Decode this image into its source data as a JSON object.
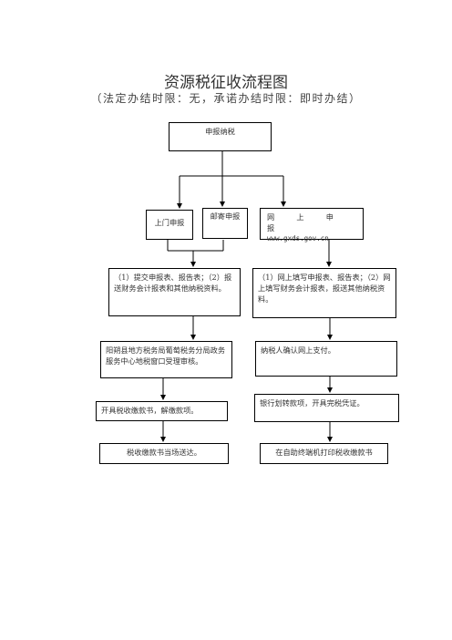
{
  "title": "资源税征收流程图",
  "subtitle": "（法定办结时限：无，承诺办结时限：即时办结）",
  "nodes": {
    "declare": "申报纳税",
    "onsite": "上门申报",
    "mail": "邮寄申报",
    "online_label": "网　上　申　报",
    "online_url": "www.gxds.gov.cn",
    "left_submit": "（1）提交申报表、报告表；（2）报送财务会计报表和其他纳税资料。",
    "right_submit": "（1）网上填写申报表、报告表；（2）网上填写财务会计报表，报送其他纳税资料。",
    "left_review": "阳朔县地方税务局葡萄税务分局政务服务中心地税窗口受理审核。",
    "right_confirm": "纳税人确认网上支付。",
    "left_issue": "开具税收缴款书，解缴款项。",
    "right_bank": "银行划转款项，开具完税凭证。",
    "left_deliver": "税收缴款书当场送达。",
    "right_print": "在自助终端机打印税收缴款书"
  }
}
